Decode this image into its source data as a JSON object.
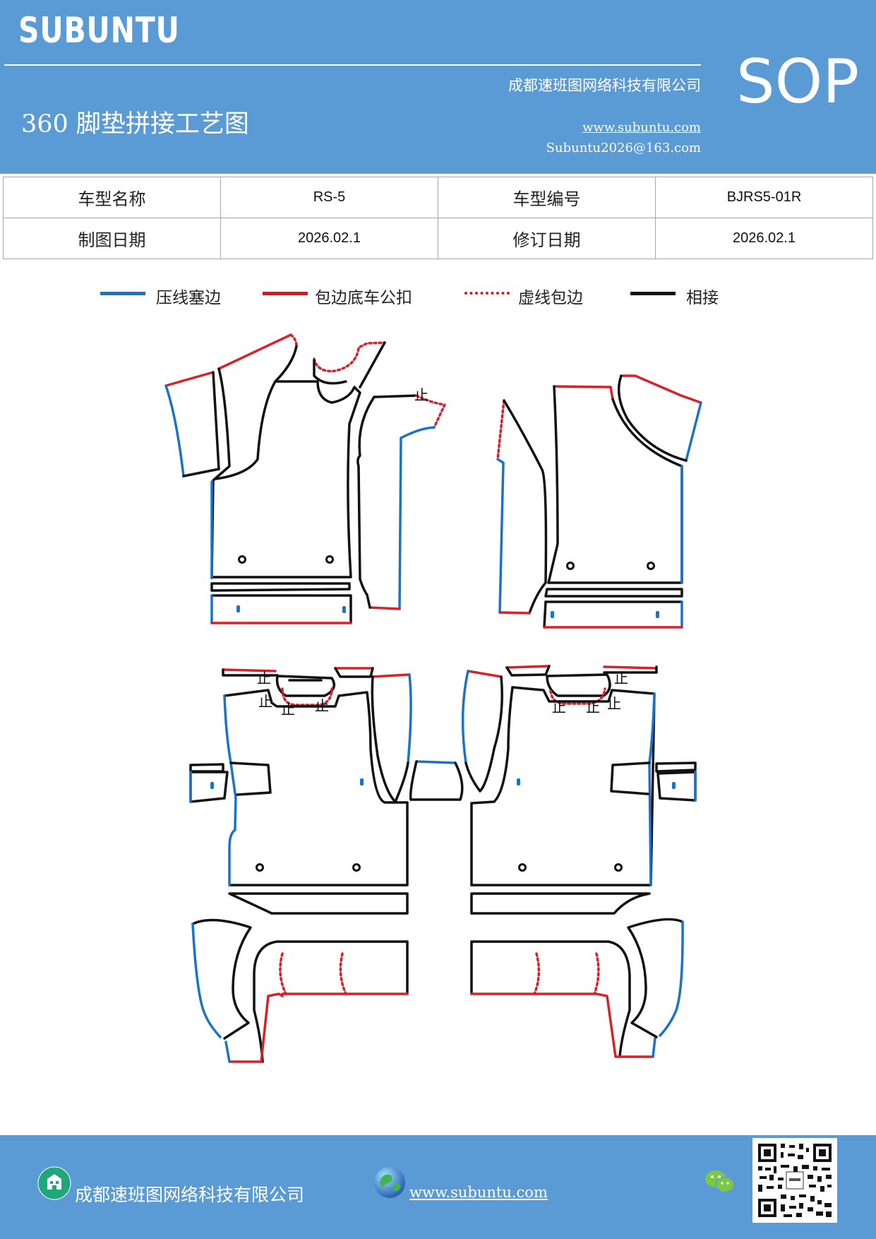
{
  "header": {
    "brand": "SUBUNTU",
    "company": "成都速班图网络科技有限公司",
    "title": "360 脚垫拼接工艺图",
    "website": "www.subuntu.com",
    "email": "Subuntu2026@163.com",
    "badge": "SOP"
  },
  "info_table": {
    "model_name_label": "车型名称",
    "model_name": "RS-5",
    "model_code_label": "车型编号",
    "model_code": "BJRS5-01R",
    "draw_date_label": "制图日期",
    "draw_date": "2026.02.1",
    "revise_date_label": "修订日期",
    "revise_date": "2026.02.1"
  },
  "legend": [
    {
      "label": "压线塞边",
      "color": "#1a73c8",
      "style": "solid"
    },
    {
      "label": "包边底车公扣",
      "color": "#e0141e",
      "style": "solid"
    },
    {
      "label": "虚线包边",
      "color": "#e0141e",
      "style": "dotted"
    },
    {
      "label": "相接",
      "color": "#111111",
      "style": "solid"
    }
  ],
  "marks": {
    "stop": "止"
  },
  "colors": {
    "header_bg": "#5b9bd5",
    "blue_line": "#1a73c8",
    "red_line": "#d6222a",
    "black_line": "#111111"
  },
  "footer": {
    "company": "成都速班图网络科技有限公司",
    "website": "www.subuntu.com"
  },
  "icons": [
    "building-icon",
    "globe-icon",
    "wechat-icon",
    "qr-code-icon"
  ]
}
